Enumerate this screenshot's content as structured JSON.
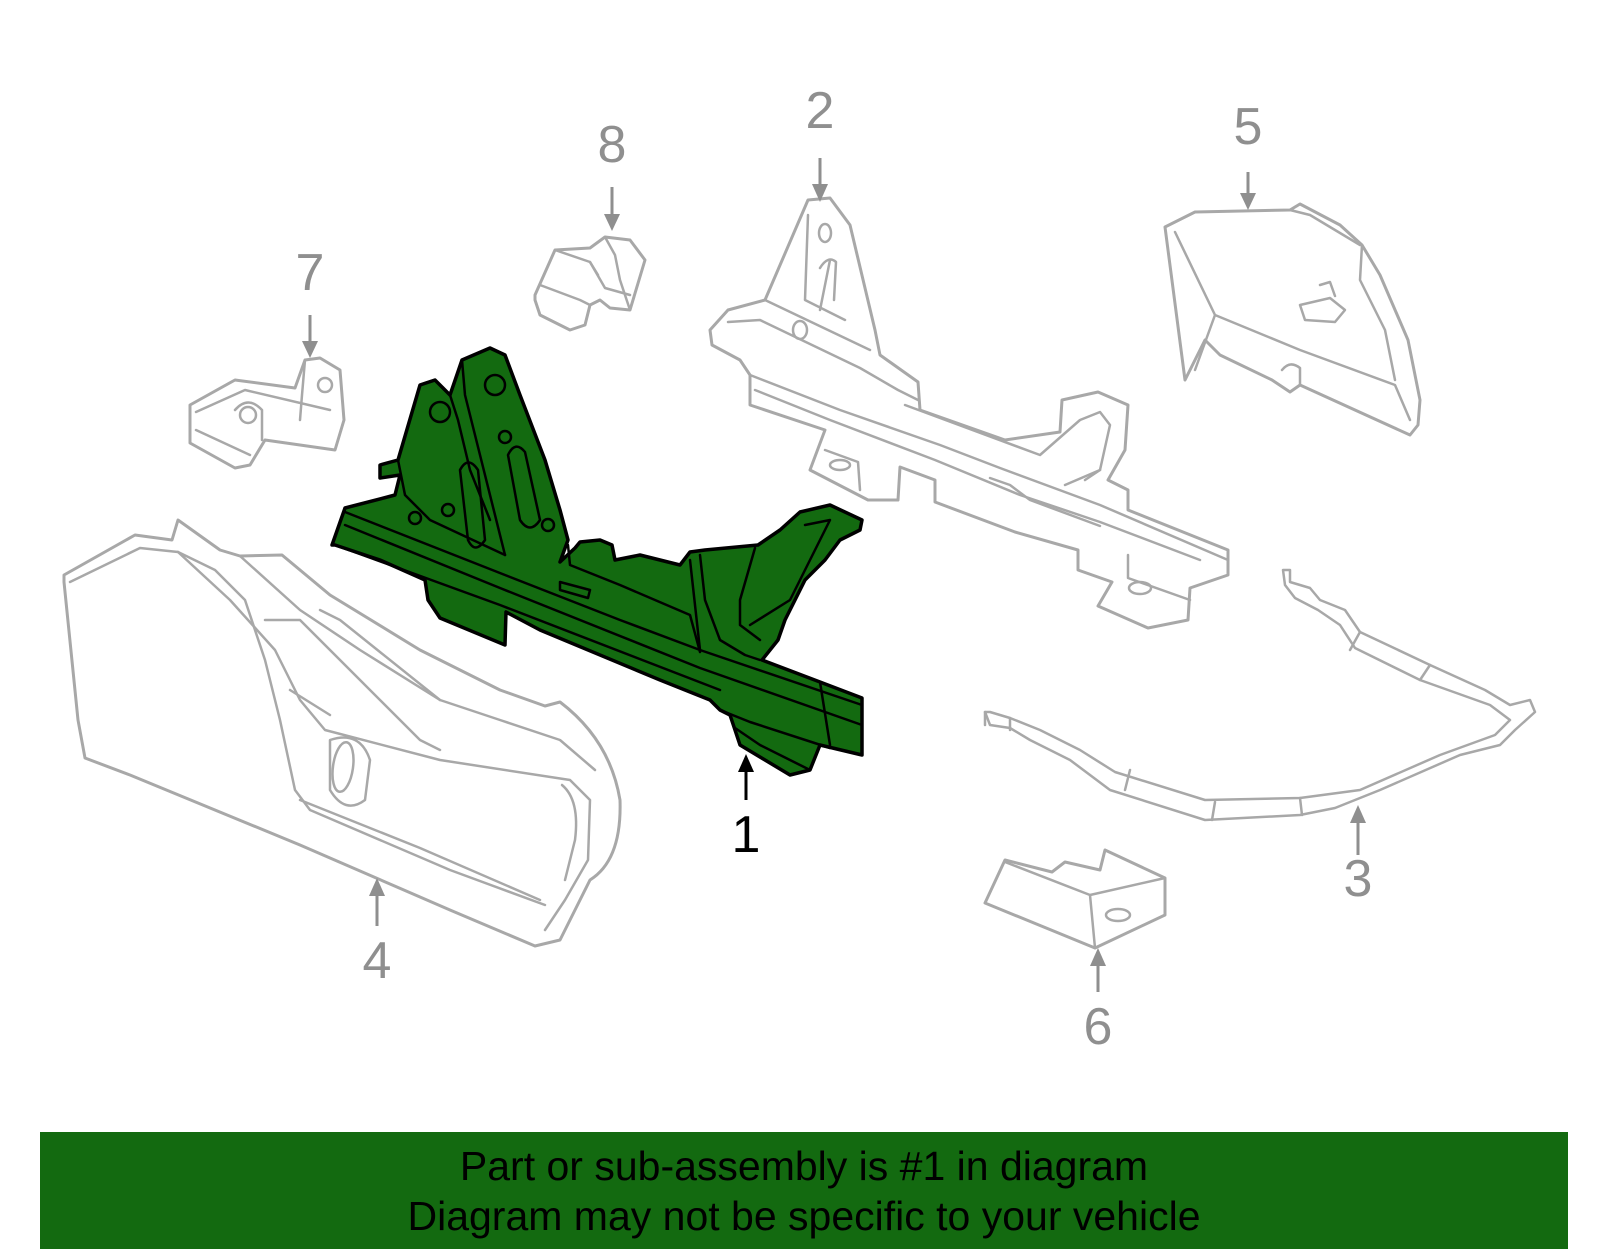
{
  "colors": {
    "highlight": "#136a10",
    "banner": "#136a10",
    "part_outline": "#a8a8a8",
    "callout_text": "#8f8f8f",
    "active_callout_text": "#000000"
  },
  "callouts": {
    "c1": "1",
    "c2": "2",
    "c3": "3",
    "c4": "4",
    "c5": "5",
    "c6": "6",
    "c7": "7",
    "c8": "8"
  },
  "banner": {
    "line1": "Part or sub-assembly is #1 in diagram",
    "line2": "Diagram may not be specific to your vehicle"
  }
}
